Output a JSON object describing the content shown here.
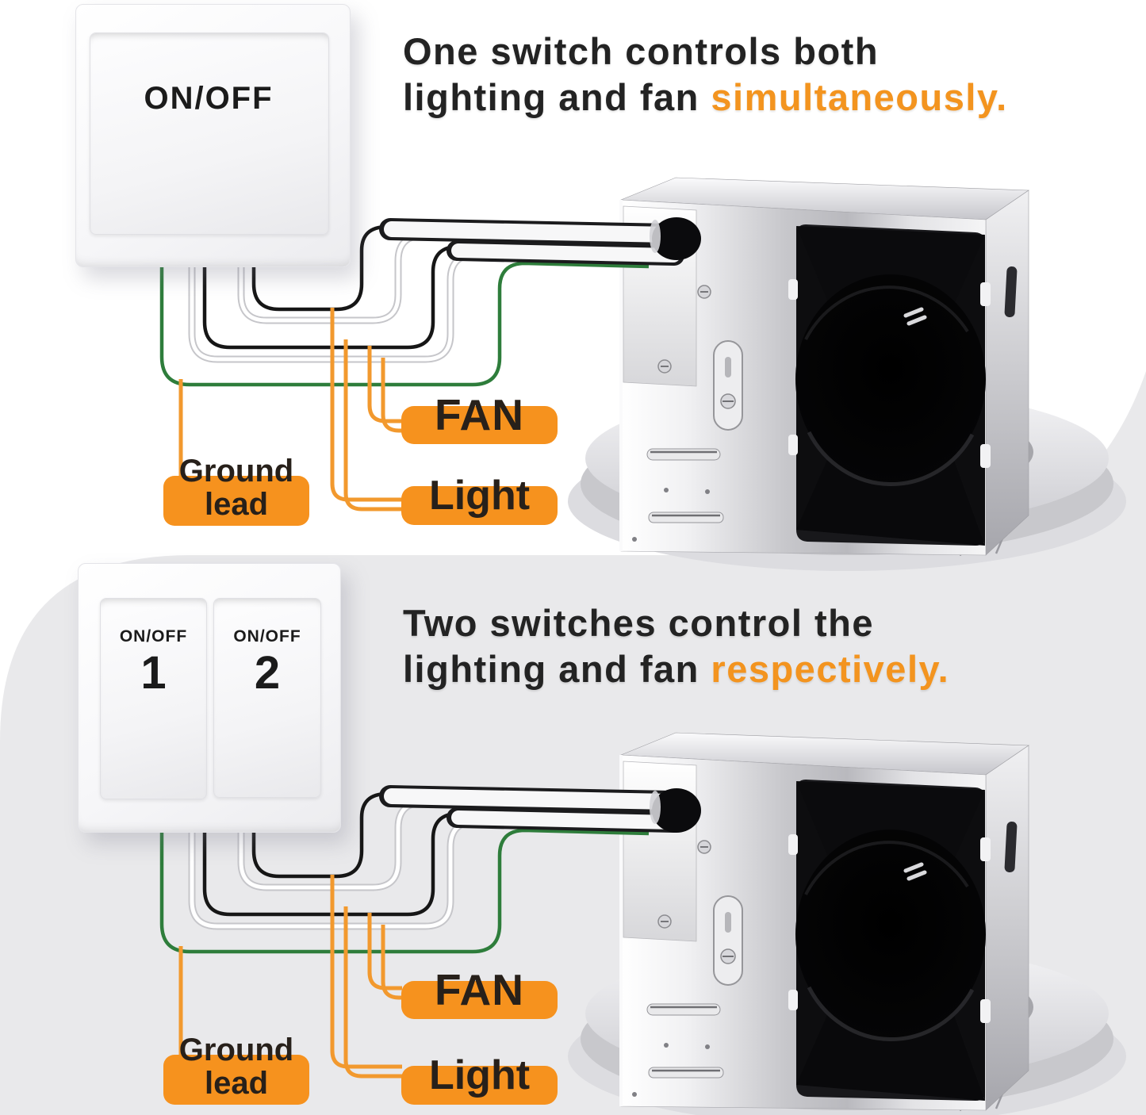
{
  "colors": {
    "accent_orange": "#f3941f",
    "label_box_orange": "#f6921e",
    "wire_orange": "#f2992e",
    "wire_green": "#2e7d3b",
    "heading_dark": "#232323",
    "panel_grey": "#e9e9eb"
  },
  "section_top": {
    "heading_line1": "One switch controls both",
    "heading_line2": "lighting and fan",
    "heading_accent": "simultaneously.",
    "switch": {
      "label": "ON/OFF"
    },
    "labels": {
      "fan": "FAN",
      "light": "Light",
      "ground_line1": "Ground",
      "ground_line2": "lead"
    }
  },
  "section_bottom": {
    "heading_line1": "Two switches control the",
    "heading_line2": "lighting and fan",
    "heading_accent": "respectively.",
    "switch": {
      "rocker1_label": "ON/OFF",
      "rocker1_number": "1",
      "rocker2_label": "ON/OFF",
      "rocker2_number": "2"
    },
    "labels": {
      "fan": "FAN",
      "light": "Light",
      "ground_line1": "Ground",
      "ground_line2": "lead"
    }
  }
}
